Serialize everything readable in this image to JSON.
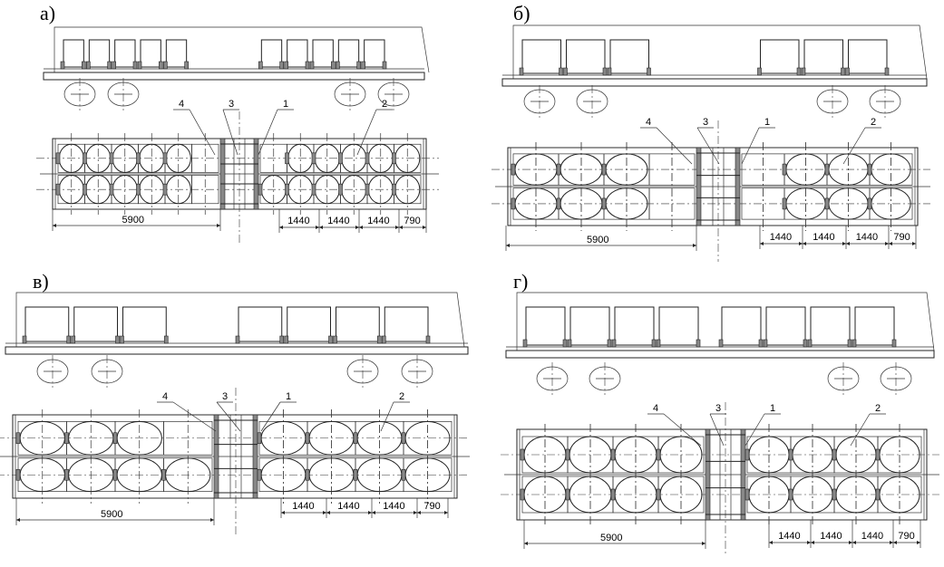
{
  "panels": [
    {
      "label": "а)",
      "rows": [
        [
          1,
          1,
          1,
          1,
          1,
          0,
          0,
          1,
          1,
          1,
          1,
          1
        ],
        [
          1,
          1,
          1,
          1,
          1,
          0,
          1,
          1,
          1,
          1,
          1,
          1
        ]
      ],
      "callouts": [
        "4",
        "3",
        "1",
        "2"
      ],
      "dimension_left": "5900",
      "dimensions_right": [
        "1440",
        "1440",
        "1440",
        "790"
      ]
    },
    {
      "label": "б)",
      "rows": [
        [
          1,
          1,
          1,
          0,
          0,
          1,
          1,
          1
        ],
        [
          1,
          1,
          1,
          0,
          0,
          1,
          1,
          1
        ]
      ],
      "callouts": [
        "4",
        "3",
        "1",
        "2"
      ],
      "dimension_left": "5900",
      "dimensions_right": [
        "1440",
        "1440",
        "1440",
        "790"
      ]
    },
    {
      "label": "в)",
      "rows": [
        [
          1,
          1,
          1,
          0,
          1,
          1,
          1,
          1
        ],
        [
          1,
          1,
          1,
          1,
          1,
          1,
          1,
          1
        ]
      ],
      "callouts": [
        "4",
        "3",
        "1",
        "2"
      ],
      "dimension_left": "5900",
      "dimensions_right": [
        "1440",
        "1440",
        "1440",
        "790"
      ]
    },
    {
      "label": "г)",
      "rows": [
        [
          1,
          1,
          1,
          1,
          1,
          1,
          1,
          1
        ],
        [
          1,
          1,
          1,
          1,
          1,
          1,
          1,
          1
        ]
      ],
      "callouts": [
        "4",
        "3",
        "1",
        "2"
      ],
      "dimension_left": "5900",
      "dimensions_right": [
        "1440",
        "1440",
        "1440",
        "790"
      ]
    }
  ]
}
